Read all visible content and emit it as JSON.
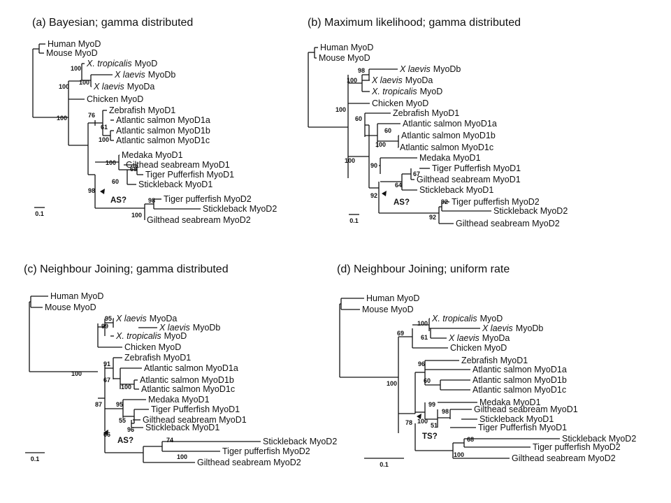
{
  "figures": [
    {
      "title": "(a) Bayesian; gamma distributed",
      "scale_label": "0.1",
      "leaves": [
        {
          "name": "Human MyoD"
        },
        {
          "name": "Mouse MyoD"
        },
        {
          "prefix": "X. tropicalis",
          "name": "MyoD"
        },
        {
          "prefix": "X laevis",
          "name": "MyoDb"
        },
        {
          "prefix": "X laevis",
          "name": "MyoDa"
        },
        {
          "name": "Chicken MyoD"
        },
        {
          "name": "Zebrafish MyoD1"
        },
        {
          "name": "Atlantic salmon MyoD1a"
        },
        {
          "name": "Atlantic salmon MyoD1b"
        },
        {
          "name": "Atlantic salmon MyoD1c"
        },
        {
          "name": "Medaka MyoD1"
        },
        {
          "name": "Gilthead seabream MyoD1"
        },
        {
          "name": "Tiger Pufferfish MyoD1"
        },
        {
          "name": "Stickleback MyoD1"
        },
        {
          "name": "Tiger pufferfish MyoD2"
        },
        {
          "name": "Stickleback MyoD2"
        },
        {
          "name": "Gilthead seabream MyoD2"
        }
      ],
      "supports": [
        "100",
        "100",
        "100",
        "100",
        "76",
        "61",
        "100",
        "100",
        "68",
        "60",
        "98",
        "98",
        "100"
      ],
      "duplication_label": "AS?"
    },
    {
      "title": "(b) Maximum likelihood; gamma distributed",
      "scale_label": "0.1",
      "leaves": [
        {
          "name": "Human MyoD"
        },
        {
          "name": "Mouse MyoD"
        },
        {
          "prefix": "X laevis",
          "name": "MyoDb"
        },
        {
          "prefix": "X laevis",
          "name": "MyoDa"
        },
        {
          "prefix": "X. tropicalis",
          "name": "MyoD"
        },
        {
          "name": "Chicken MyoD"
        },
        {
          "name": "Zebrafish MyoD1"
        },
        {
          "name": "Atlantic salmon MyoD1a"
        },
        {
          "name": "Atlantic salmon MyoD1b"
        },
        {
          "name": "Atlantic salmon MyoD1c"
        },
        {
          "name": "Medaka MyoD1"
        },
        {
          "name": "Tiger Pufferfish MyoD1"
        },
        {
          "name": "Gilthead seabream MyoD1"
        },
        {
          "name": "Stickleback MyoD1"
        },
        {
          "name": "Tiger pufferfish MyoD2"
        },
        {
          "name": "Stickleback MyoD2"
        },
        {
          "name": "Gilthead seabream MyoD2"
        }
      ],
      "supports": [
        "98",
        "100",
        "100",
        "60",
        "60",
        "100",
        "100",
        "90",
        "67",
        "64",
        "92",
        "92",
        "92"
      ],
      "duplication_label": "AS?"
    },
    {
      "title": "(c) Neighbour Joining; gamma distributed",
      "scale_label": "0.1",
      "leaves": [
        {
          "name": "Human MyoD"
        },
        {
          "name": "Mouse MyoD"
        },
        {
          "prefix": "X laevis",
          "name": "MyoDa"
        },
        {
          "prefix": "X laevis",
          "name": "MyoDb"
        },
        {
          "prefix": "X. tropicalis",
          "name": "MyoD"
        },
        {
          "name": "Chicken MyoD"
        },
        {
          "name": "Zebrafish MyoD1"
        },
        {
          "name": "Atlantic salmon MyoD1a"
        },
        {
          "name": "Atlantic salmon MyoD1b"
        },
        {
          "name": "Atlantic salmon MyoD1c"
        },
        {
          "name": "Medaka MyoD1"
        },
        {
          "name": "Tiger Pufferfish MyoD1"
        },
        {
          "name": "Gilthead seabream MyoD1"
        },
        {
          "name": "Stickleback MyoD1"
        },
        {
          "name": "Stickleback MyoD2"
        },
        {
          "name": "Tiger pufferfish MyoD2"
        },
        {
          "name": "Gilthead seabream MyoD2"
        }
      ],
      "supports": [
        "95",
        "99",
        "100",
        "91",
        "67",
        "100",
        "87",
        "95",
        "55",
        "96",
        "66",
        "74",
        "100"
      ],
      "duplication_label": "AS?"
    },
    {
      "title": "(d) Neighbour Joining; uniform rate",
      "scale_label": "0.1",
      "leaves": [
        {
          "name": "Human MyoD"
        },
        {
          "name": "Mouse MyoD"
        },
        {
          "prefix": "X. tropicalis",
          "name": "MyoD"
        },
        {
          "prefix": "X laevis",
          "name": "MyoDb"
        },
        {
          "prefix": "X laevis",
          "name": "MyoDa"
        },
        {
          "name": "Chicken MyoD"
        },
        {
          "name": "Zebrafish MyoD1"
        },
        {
          "name": "Atlantic salmon MyoD1a"
        },
        {
          "name": "Atlantic salmon MyoD1b"
        },
        {
          "name": "Atlantic salmon MyoD1c"
        },
        {
          "name": "Medaka MyoD1"
        },
        {
          "name": "Gilthead seabream MyoD1"
        },
        {
          "name": "Stickleback MyoD1"
        },
        {
          "name": "Tiger Pufferfish MyoD1"
        },
        {
          "name": "Stickleback MyoD2"
        },
        {
          "name": "Tiger pufferfish MyoD2"
        },
        {
          "name": "Gilthead seabream MyoD2"
        }
      ],
      "supports": [
        "100",
        "61",
        "69",
        "96",
        "60",
        "100",
        "99",
        "98",
        "51",
        "100",
        "78",
        "68",
        "100"
      ],
      "duplication_label": "TS?"
    }
  ]
}
